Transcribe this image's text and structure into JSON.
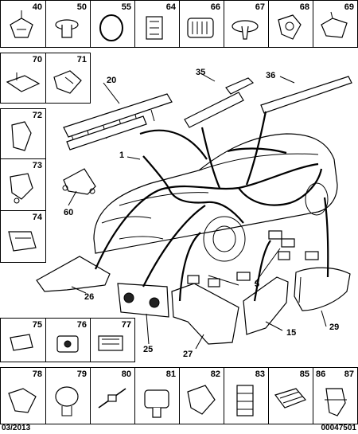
{
  "boxes_top": [
    "40",
    "50",
    "55",
    "64",
    "66",
    "67",
    "68",
    "69"
  ],
  "boxes_left": [
    "70",
    "71",
    "72",
    "73",
    "74"
  ],
  "boxes_mid": [
    "75",
    "76",
    "77"
  ],
  "boxes_bottom": [
    "78",
    "79",
    "80",
    "81",
    "82",
    "83",
    "85",
    "86",
    "87"
  ],
  "callouts": {
    "c20": "20",
    "c35": "35",
    "c36": "36",
    "c1": "1",
    "c60": "60",
    "c26": "26",
    "c25": "25",
    "c27": "27",
    "c5": "5",
    "c15": "15",
    "c29": "29"
  },
  "footer": {
    "date": "03/2013",
    "ref": "00047501"
  },
  "icons": [
    "clip",
    "grommet",
    "ring",
    "connector-clip",
    "grille",
    "push-clip",
    "cable-clip"
  ]
}
